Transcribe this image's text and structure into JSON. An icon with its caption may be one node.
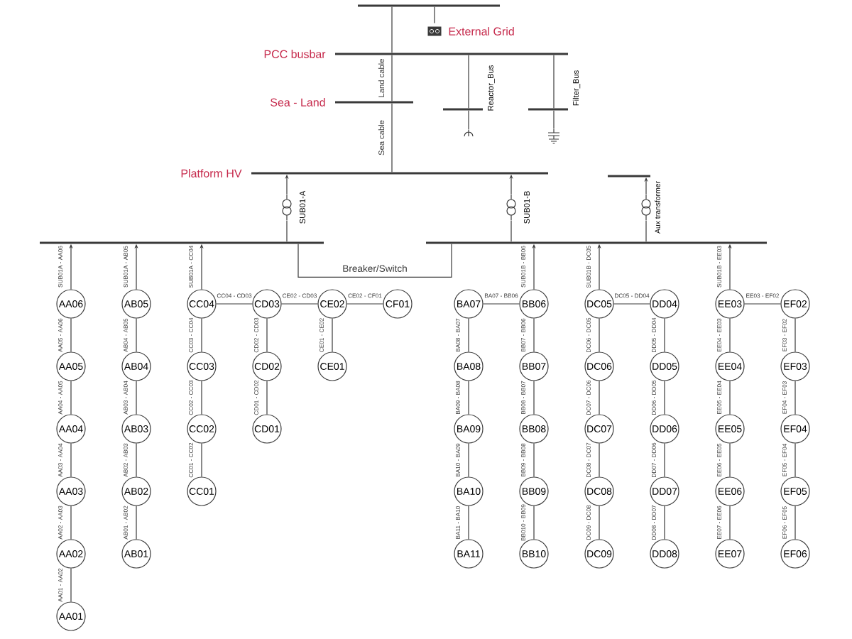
{
  "diagram": {
    "nodes": [
      {
        "text": [],
        "shape": "bar"
      },
      {
        "text": [],
        "shape": "box",
        "beside": [
          "External Grid"
        ]
      },
      {
        "text": [],
        "shape": "bar",
        "beside": [
          "PCC busbar"
        ]
      },
      {
        "text": [],
        "shape": "bar",
        "beside": [
          "Sea - Land"
        ]
      },
      {
        "text": [],
        "shape": "bar",
        "beside": [
          "Reactor_Bus"
        ]
      },
      {
        "text": [],
        "shape": "picture"
      },
      {
        "text": [],
        "shape": "bar",
        "beside": [
          "Filter_Bus"
        ]
      },
      {
        "text": [],
        "shape": "picture"
      },
      {
        "text": [],
        "shape": "bar",
        "beside": [
          "Platform HV"
        ]
      },
      {
        "text": [],
        "shape": "picture",
        "beside": [
          "SUB01-A"
        ]
      },
      {
        "text": [],
        "shape": "picture",
        "beside": [
          "SUB01-B"
        ]
      },
      {
        "text": [],
        "shape": "bar"
      },
      {
        "text": [],
        "shape": "bar"
      },
      {
        "text": [],
        "shape": "bar"
      },
      {
        "text": [],
        "shape": "picture",
        "beside": [
          "Aux transformer"
        ]
      },
      {
        "text": [
          "AA06"
        ]
      },
      {
        "text": [
          "AA05"
        ]
      },
      {
        "text": [
          "AA04"
        ]
      },
      {
        "text": [
          "AA03"
        ]
      },
      {
        "text": [
          "AA02"
        ]
      },
      {
        "text": [
          "AA01"
        ]
      },
      {
        "text": [
          "AB05"
        ]
      },
      {
        "text": [
          "AB04"
        ]
      },
      {
        "text": [
          "AB03"
        ]
      },
      {
        "text": [
          "AB02"
        ]
      },
      {
        "text": [
          "AB01"
        ]
      },
      {
        "text": [
          "CC04"
        ]
      },
      {
        "text": [
          "CC03"
        ]
      },
      {
        "text": [
          "CC02"
        ]
      },
      {
        "text": [
          "CC01"
        ]
      },
      {
        "text": [
          "CD03"
        ]
      },
      {
        "text": [
          "CD02"
        ]
      },
      {
        "text": [
          "CD01"
        ]
      },
      {
        "text": [
          "CE02"
        ]
      },
      {
        "text": [
          "CE01"
        ]
      },
      {
        "text": [
          "CF01"
        ]
      },
      {
        "text": [
          "BA07"
        ]
      },
      {
        "text": [
          "BA08"
        ]
      },
      {
        "text": [
          "BA09"
        ]
      },
      {
        "text": [
          "BA10"
        ]
      },
      {
        "text": [
          "BA11"
        ]
      },
      {
        "text": [
          "BB06"
        ]
      },
      {
        "text": [
          "BB07"
        ]
      },
      {
        "text": [
          "BB08"
        ]
      },
      {
        "text": [
          "BB09"
        ]
      },
      {
        "text": [
          "BB10"
        ]
      },
      {
        "text": [
          "DC05"
        ]
      },
      {
        "text": [
          "DC06"
        ]
      },
      {
        "text": [
          "DC07"
        ]
      },
      {
        "text": [
          "DC08"
        ]
      },
      {
        "text": [
          "DC09"
        ]
      },
      {
        "text": [
          "DD04"
        ]
      },
      {
        "text": [
          "DD05"
        ]
      },
      {
        "text": [
          "DD06"
        ]
      },
      {
        "text": [
          "DD07"
        ]
      },
      {
        "text": [
          "DD08"
        ]
      },
      {
        "text": [
          "EE03"
        ]
      },
      {
        "text": [
          "EE04"
        ]
      },
      {
        "text": [
          "EE05"
        ]
      },
      {
        "text": [
          "EE06"
        ]
      },
      {
        "text": [
          "EE07"
        ]
      },
      {
        "text": [
          "EF02"
        ]
      },
      {
        "text": [
          "EF03"
        ]
      },
      {
        "text": [
          "EF04"
        ]
      },
      {
        "text": [
          "EF05"
        ]
      },
      {
        "text": [
          "EF06"
        ]
      }
    ],
    "edges": [
      {
        "from": 0,
        "to": 1,
        "arrow": "none"
      },
      {
        "from": 0,
        "to": 2,
        "arrow": "none"
      },
      {
        "from": 2,
        "to": 3,
        "arrow": "none",
        "label": "Land cable"
      },
      {
        "from": 2,
        "to": 4,
        "arrow": "none"
      },
      {
        "from": 4,
        "to": 5,
        "arrow": "none"
      },
      {
        "from": 2,
        "to": 6,
        "arrow": "none"
      },
      {
        "from": 6,
        "to": 7,
        "arrow": "none"
      },
      {
        "from": 3,
        "to": 8,
        "arrow": "none",
        "label": "Sea cable"
      },
      {
        "from": 9,
        "to": 8,
        "arrow": "to"
      },
      {
        "from": 9,
        "to": 11,
        "arrow": "none"
      },
      {
        "from": 10,
        "to": 8,
        "arrow": "to"
      },
      {
        "from": 10,
        "to": 12,
        "arrow": "none"
      },
      {
        "from": 11,
        "to": 12,
        "arrow": "none",
        "label": "Breaker/Switch"
      },
      {
        "from": 14,
        "to": 13,
        "arrow": "to"
      },
      {
        "from": 14,
        "to": 12,
        "arrow": "none"
      },
      {
        "from": 15,
        "to": 11,
        "arrow": "to",
        "label": "SUB01A - AA06"
      },
      {
        "from": 16,
        "to": 15,
        "arrow": "none",
        "label": "AA05 - AA06"
      },
      {
        "from": 17,
        "to": 16,
        "arrow": "none",
        "label": "AA04 - AA05"
      },
      {
        "from": 18,
        "to": 17,
        "arrow": "none",
        "label": "AA03 - AA04"
      },
      {
        "from": 19,
        "to": 18,
        "arrow": "none",
        "label": "AA02 - AA03"
      },
      {
        "from": 20,
        "to": 19,
        "arrow": "none",
        "label": "AA01 - AA02"
      },
      {
        "from": 21,
        "to": 11,
        "arrow": "to",
        "label": "SUB01A - AB05"
      },
      {
        "from": 22,
        "to": 21,
        "arrow": "none",
        "label": "AB04 - AB05"
      },
      {
        "from": 23,
        "to": 22,
        "arrow": "none",
        "label": "AB03 - AB04"
      },
      {
        "from": 24,
        "to": 23,
        "arrow": "none",
        "label": "AB02 - AB03"
      },
      {
        "from": 25,
        "to": 24,
        "arrow": "none",
        "label": "AB01 - AB02"
      },
      {
        "from": 26,
        "to": 11,
        "arrow": "to",
        "label": "SUB01A - CC04"
      },
      {
        "from": 27,
        "to": 26,
        "arrow": "none",
        "label": "CC03 - CC04"
      },
      {
        "from": 28,
        "to": 27,
        "arrow": "none",
        "label": "CC02 - CC03"
      },
      {
        "from": 29,
        "to": 28,
        "arrow": "none",
        "label": "CC01 - CC02"
      },
      {
        "from": 26,
        "to": 30,
        "arrow": "none",
        "label": "CC04 - CD03"
      },
      {
        "from": 31,
        "to": 30,
        "arrow": "none",
        "label": "CD02 - CD03"
      },
      {
        "from": 32,
        "to": 31,
        "arrow": "none",
        "label": "CD01 - CD02"
      },
      {
        "from": 33,
        "to": 30,
        "arrow": "none",
        "label": "CE02 - CD03"
      },
      {
        "from": 34,
        "to": 33,
        "arrow": "none",
        "label": "CE01 - CE02"
      },
      {
        "from": 33,
        "to": 35,
        "arrow": "none",
        "label": "CE02 - CF01"
      },
      {
        "from": 41,
        "to": 12,
        "arrow": "to",
        "label": "SUB01B - BB06"
      },
      {
        "from": 36,
        "to": 41,
        "arrow": "none",
        "label": "BA07 - BB06"
      },
      {
        "from": 37,
        "to": 36,
        "arrow": "none",
        "label": "BA08 - BA07"
      },
      {
        "from": 38,
        "to": 37,
        "arrow": "none",
        "label": "BA09 - BA08"
      },
      {
        "from": 39,
        "to": 38,
        "arrow": "none",
        "label": "BA10 - BA09"
      },
      {
        "from": 40,
        "to": 39,
        "arrow": "none",
        "label": "BA11 - BA10"
      },
      {
        "from": 42,
        "to": 41,
        "arrow": "none",
        "label": "BB07 - BB06"
      },
      {
        "from": 43,
        "to": 42,
        "arrow": "none",
        "label": "BB08 - BB07"
      },
      {
        "from": 44,
        "to": 43,
        "arrow": "none",
        "label": "BB09 - BB08"
      },
      {
        "from": 45,
        "to": 44,
        "arrow": "none",
        "label": "BB010 - BB09"
      },
      {
        "from": 46,
        "to": 12,
        "arrow": "to",
        "label": "SUB01B - DC05"
      },
      {
        "from": 46,
        "to": 51,
        "arrow": "none",
        "label": "DC05 - DD04"
      },
      {
        "from": 47,
        "to": 46,
        "arrow": "none",
        "label": "DC06 - DC05"
      },
      {
        "from": 48,
        "to": 47,
        "arrow": "none",
        "label": "DC07 - DC06"
      },
      {
        "from": 49,
        "to": 48,
        "arrow": "none",
        "label": "DC08 - DC07"
      },
      {
        "from": 50,
        "to": 49,
        "arrow": "none",
        "label": "DC09 - DC08"
      },
      {
        "from": 52,
        "to": 51,
        "arrow": "none",
        "label": "DD05 - DD04"
      },
      {
        "from": 53,
        "to": 52,
        "arrow": "none",
        "label": "DD06 - DD05"
      },
      {
        "from": 54,
        "to": 53,
        "arrow": "none",
        "label": "DD07 - DD06"
      },
      {
        "from": 55,
        "to": 54,
        "arrow": "none",
        "label": "DD08 - DD07"
      },
      {
        "from": 56,
        "to": 12,
        "arrow": "to",
        "label": "SUB01B - EE03"
      },
      {
        "from": 56,
        "to": 61,
        "arrow": "none",
        "label": "EE03 - EF02"
      },
      {
        "from": 57,
        "to": 56,
        "arrow": "none",
        "label": "EE04 - EE03"
      },
      {
        "from": 58,
        "to": 57,
        "arrow": "none",
        "label": "EE05 - EE04"
      },
      {
        "from": 59,
        "to": 58,
        "arrow": "none",
        "label": "EE06 - EE05"
      },
      {
        "from": 60,
        "to": 59,
        "arrow": "none",
        "label": "EE07 - EE06"
      },
      {
        "from": 62,
        "to": 61,
        "arrow": "none",
        "label": "EF03 - EF02"
      },
      {
        "from": 63,
        "to": 62,
        "arrow": "none",
        "label": "EF04 - EF03"
      },
      {
        "from": 64,
        "to": 63,
        "arrow": "none",
        "label": "EF05 - EF04"
      },
      {
        "from": 65,
        "to": 64,
        "arrow": "none",
        "label": "EF06 - EF05"
      }
    ]
  }
}
